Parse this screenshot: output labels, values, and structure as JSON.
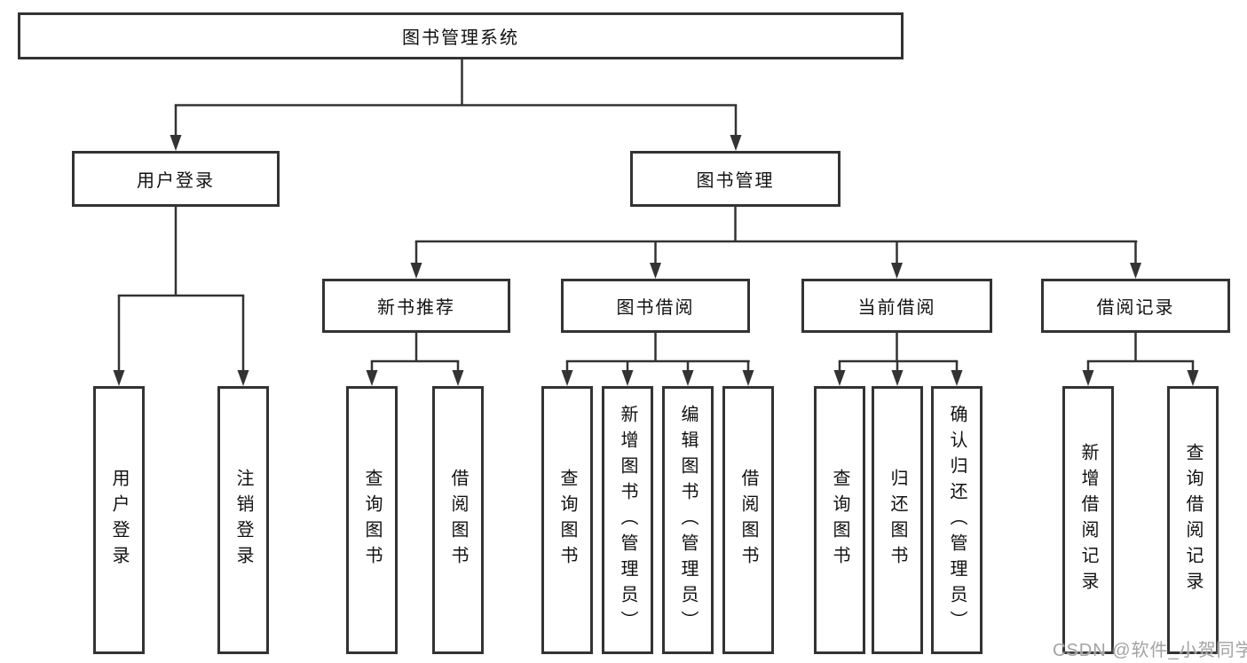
{
  "diagram": {
    "root": {
      "label": "图书管理系统",
      "children": [
        {
          "label": "用户登录",
          "children": [
            {
              "label": "用户登录"
            },
            {
              "label": "注销登录"
            }
          ]
        },
        {
          "label": "图书管理",
          "children": [
            {
              "label": "新书推荐",
              "children": [
                {
                  "label": "查询图书"
                },
                {
                  "label": "借阅图书"
                }
              ]
            },
            {
              "label": "图书借阅",
              "children": [
                {
                  "label": "查询图书"
                },
                {
                  "label": "新增图书（管理员）"
                },
                {
                  "label": "编辑图书（管理员）"
                },
                {
                  "label": "借阅图书"
                }
              ]
            },
            {
              "label": "当前借阅",
              "children": [
                {
                  "label": "查询图书"
                },
                {
                  "label": "归还图书"
                },
                {
                  "label": "确认归还（管理员）"
                }
              ]
            },
            {
              "label": "借阅记录",
              "children": [
                {
                  "label": "新增借阅记录"
                },
                {
                  "label": "查询借阅记录"
                }
              ]
            }
          ]
        }
      ]
    },
    "colors": {
      "line": "#333333",
      "text": "#111111",
      "background": "#ffffff",
      "watermark": "#a3a3a3"
    }
  },
  "watermark": "CSDN @软件_小贺同学"
}
